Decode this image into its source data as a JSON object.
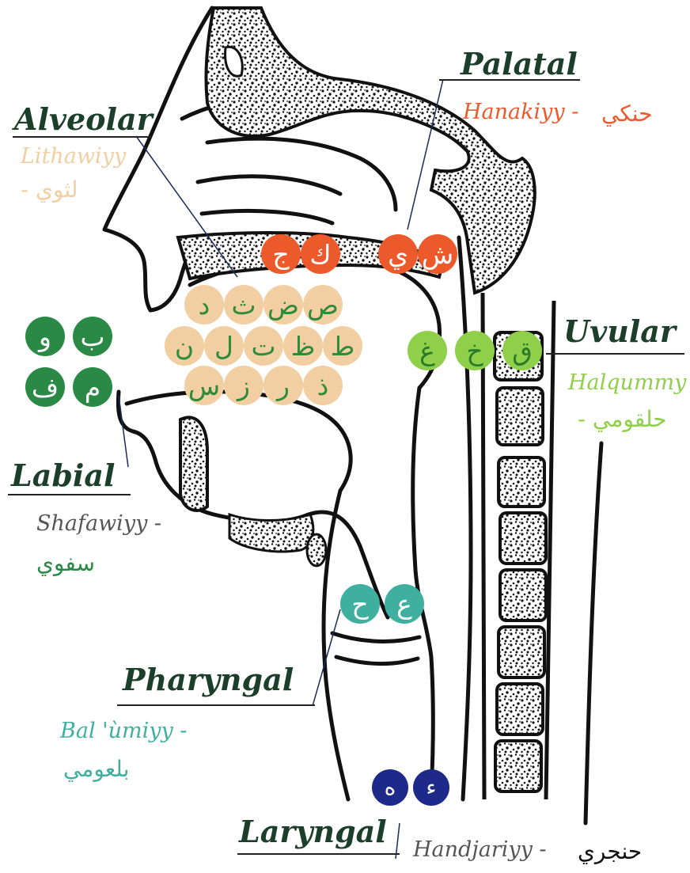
{
  "colors": {
    "title": "#1c3f2b",
    "alveolar_bg": "#f1cfa2",
    "alveolar_text": "#2f8a3a",
    "palatal_bg": "#ec5a2c",
    "palatal_text": "#ffffff",
    "uvular_bg": "#8fcf4a",
    "uvular_text": "#2a7a2a",
    "labial_bg": "#2a8a45",
    "labial_text": "#ffffff",
    "pharyngeal_bg": "#3fb0a0",
    "pharyngeal_text": "#ffffff",
    "laryngeal_bg": "#1d2a8a",
    "laryngeal_text": "#ffffff"
  },
  "labels": {
    "alveolar": {
      "title": "Alveolar",
      "translit": "Lithawiyy",
      "arabic": "لثوي -"
    },
    "palatal": {
      "title": "Palatal",
      "translit": "Hanakiyy -",
      "arabic": "حنكي"
    },
    "uvular": {
      "title": "Uvular",
      "translit": "Halqummy",
      "arabic": "حلقومي -"
    },
    "labial": {
      "title": "Labial",
      "translit": "Shafawiyy -",
      "arabic": "سفوي"
    },
    "pharyngeal": {
      "title": "Pharyngal",
      "translit": "Bal 'ùmiyy -",
      "arabic": "بلعومي"
    },
    "laryngeal": {
      "title": "Laryngal",
      "translit": "Handjariyy -",
      "arabic": "حنجري"
    }
  },
  "letters": {
    "palatal": [
      "ج",
      "ك",
      "ي",
      "ش"
    ],
    "alveolar_row1": [
      "د",
      "ث",
      "ض",
      "ص"
    ],
    "alveolar_row2": [
      "ن",
      "ل",
      "ت",
      "ظ",
      "ط"
    ],
    "alveolar_row3": [
      "س",
      "ز",
      "ر",
      "ذ"
    ],
    "labial_row1": [
      "و",
      "ب"
    ],
    "labial_row2": [
      "ف",
      "م"
    ],
    "uvular": [
      "غ",
      "خ",
      "ق"
    ],
    "pharyngeal": [
      "ح",
      "ع"
    ],
    "laryngeal": [
      "ه",
      "ء"
    ]
  }
}
